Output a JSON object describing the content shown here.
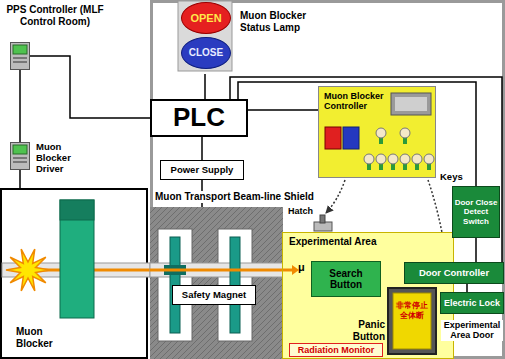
{
  "diagram": {
    "nodes": [
      {
        "text": [
          "PPS Controller (MLF Control Room)"
        ]
      },
      {
        "text": [
          "Muon Blocker Driver"
        ]
      },
      {
        "text": [
          "Muon Blocker"
        ]
      },
      {
        "text": [
          "Muon Blocker Status Lamp"
        ]
      },
      {
        "text": [
          "OPEN"
        ],
        "in": 3
      },
      {
        "text": [
          "CLOSE"
        ],
        "in": 3
      },
      {
        "text": [
          "PLC"
        ]
      },
      {
        "text": [
          "Power Supply"
        ]
      },
      {
        "text": [
          "Muon Transport Beam-line Shield"
        ]
      },
      {
        "text": [
          "Safety Magnet"
        ],
        "in": 8
      },
      {
        "text": [
          "Muon Blocker Controller"
        ]
      },
      {
        "text": [
          "Experimental Area"
        ]
      },
      {
        "text": [
          "Search Button"
        ],
        "in": 11
      },
      {
        "text": [
          "Panic Button",
          "非常停止 全体断"
        ],
        "in": 11
      },
      {
        "text": [
          "Radiation Monitor"
        ],
        "in": 11
      },
      {
        "text": [
          "Door Close Detect Switch"
        ]
      },
      {
        "text": [
          "Door Controller"
        ]
      },
      {
        "text": [
          "Electric Lock"
        ]
      }
    ],
    "edges": [
      {
        "from": 0,
        "to": 6,
        "arrow": "none"
      },
      {
        "from": 0,
        "to": 1,
        "arrow": "none"
      },
      {
        "from": 1,
        "to": 2,
        "arrow": "none"
      },
      {
        "from": 6,
        "to": 3,
        "arrow": "none"
      },
      {
        "from": 6,
        "to": 7,
        "arrow": "none"
      },
      {
        "from": 7,
        "to": 9,
        "arrow": "none"
      },
      {
        "from": 6,
        "to": 10,
        "arrow": "none"
      },
      {
        "from": 6,
        "to": 15,
        "arrow": "none"
      },
      {
        "from": 6,
        "to": 16,
        "arrow": "none"
      },
      {
        "from": 15,
        "to": 16,
        "arrow": "none"
      },
      {
        "from": 16,
        "to": 17,
        "arrow": "none"
      }
    ],
    "labels": [
      "μ",
      "Keys",
      "Hatch",
      "Experimental Area Door"
    ]
  }
}
